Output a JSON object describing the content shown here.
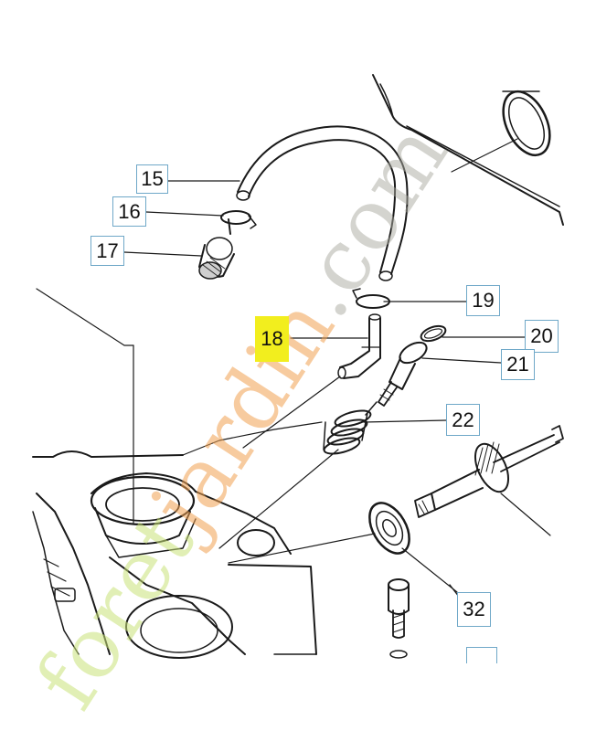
{
  "diagram": {
    "callouts": [
      {
        "id": "15",
        "label": "15"
      },
      {
        "id": "16",
        "label": "16"
      },
      {
        "id": "17",
        "label": "17"
      },
      {
        "id": "18",
        "label": "18"
      },
      {
        "id": "19",
        "label": "19"
      },
      {
        "id": "20",
        "label": "20"
      },
      {
        "id": "21",
        "label": "21"
      },
      {
        "id": "22",
        "label": "22"
      },
      {
        "id": "32",
        "label": "32"
      },
      {
        "id": "blank",
        "label": ""
      }
    ],
    "watermark": {
      "part1": "foret",
      "part2": "jardin",
      "part3": ".com"
    }
  },
  "colors": {
    "line": "#1a1a1a",
    "callout_border": "#6fa8c8",
    "highlight": "#f2ee1e",
    "watermark_green": "#c8e278",
    "watermark_orange": "#f0a050",
    "watermark_grey": "#aaaaa0"
  }
}
